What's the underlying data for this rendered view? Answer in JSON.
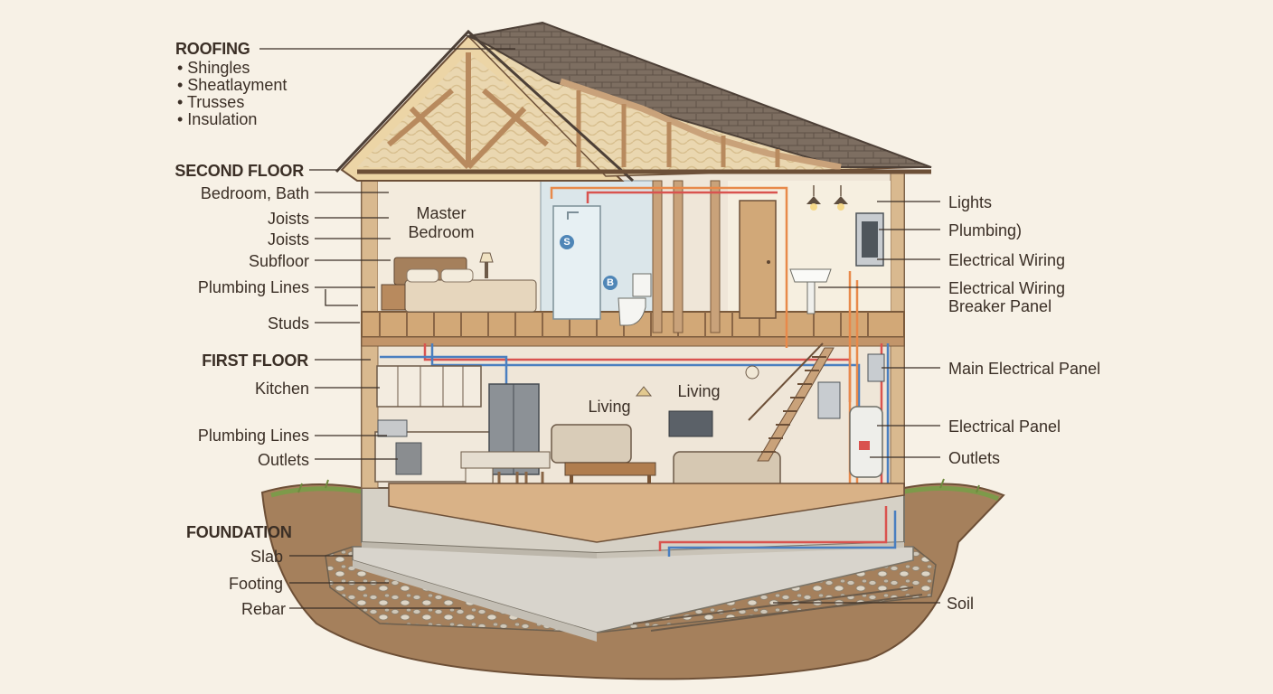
{
  "sections": {
    "roofing": {
      "title": "ROOFING",
      "items": [
        "• Shingles",
        "• Sheatlayment",
        "• Trusses",
        "• Insulation"
      ]
    },
    "second_floor": {
      "title": "SECOND FLOOR",
      "labels": [
        "Bedroom, Bath",
        "Joists",
        "Joists",
        "Subfloor",
        "Plumbing Lines",
        "Studs"
      ]
    },
    "first_floor": {
      "title": "FIRST FLOOR",
      "labels": [
        "Kitchen",
        "Plumbing Lines",
        "Outlets"
      ]
    },
    "foundation": {
      "title": "FOUNDATION",
      "labels": [
        "Slab",
        "Footing",
        "Rebar"
      ]
    }
  },
  "right_labels": {
    "lights": "Lights",
    "plumbing": "Plumbing)",
    "electrical_wiring": "Electrical Wiring",
    "electrical_wiring_2": "Electrical Wiring",
    "breaker_panel": "Breaker Panel",
    "main_panel": "Main Electrical Panel",
    "electrical_panel": "Electrical Panel",
    "outlets": "Outlets",
    "soil": "Soil"
  },
  "rooms": {
    "master_1": "Master",
    "master_2": "Bedroom",
    "living_1": "Living",
    "living_2": "Living"
  },
  "bath_markers": {
    "s": "S",
    "b": "B"
  },
  "colors": {
    "background": "#f7f1e6",
    "shingles": "#7a6b5e",
    "framing": "#c9a27a",
    "insulation": "#ead7b0",
    "wall": "#efe6d8",
    "hot_pipe": "#d9534f",
    "cold_pipe": "#4a7fc0",
    "wiring": "#e8894a",
    "soil": "#a5805c",
    "concrete": "#d8d4cc"
  }
}
